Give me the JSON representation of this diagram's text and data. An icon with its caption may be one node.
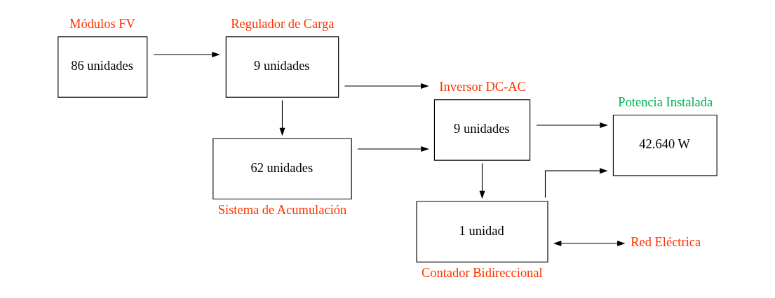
{
  "diagram": {
    "nodes": [
      {
        "text": [
          "Módulos FV",
          "86 unidades"
        ]
      },
      {
        "text": [
          "Regulador de Carga",
          "9 unidades"
        ]
      },
      {
        "text": [
          "Inversor DC-AC",
          "9 unidades"
        ]
      },
      {
        "text": [
          "Potencia Instalada",
          "42.640 W"
        ]
      },
      {
        "text": [
          "62 unidades",
          "Sistema de Acumulación"
        ]
      },
      {
        "text": [
          "1 unidad",
          "Contador Bidireccional"
        ]
      },
      {
        "text": [
          "Red Eléctrica"
        ]
      }
    ],
    "edges": [
      {
        "from": 0,
        "to": 1,
        "arrow": "to"
      },
      {
        "from": 1,
        "to": 2,
        "arrow": "to"
      },
      {
        "from": 1,
        "to": 4,
        "arrow": "to"
      },
      {
        "from": 4,
        "to": 2,
        "arrow": "to"
      },
      {
        "from": 2,
        "to": 3,
        "arrow": "to"
      },
      {
        "from": 2,
        "to": 5,
        "arrow": "to"
      },
      {
        "from": 5,
        "to": 3,
        "arrow": "to"
      },
      {
        "from": 5,
        "to": 6,
        "arrow": "both"
      }
    ]
  }
}
